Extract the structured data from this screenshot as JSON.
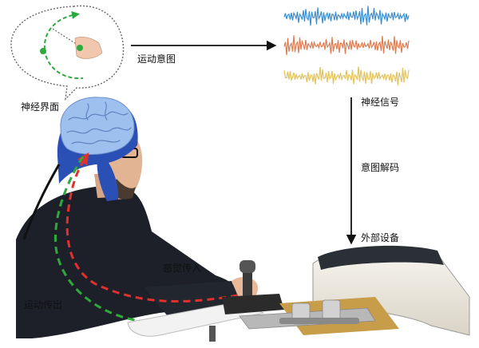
{
  "labels": {
    "neural_interface": "神经界面",
    "motor_intention": "运动意图",
    "neural_signal": "神经信号",
    "intention_decoding": "意图解码",
    "external_device": "外部设备",
    "sensory_input": "感觉传入",
    "motor_output": "运动传出"
  },
  "signals": [
    {
      "name": "signal-1",
      "color": "#3a8fd1"
    },
    {
      "name": "signal-2",
      "color": "#e07b4f"
    },
    {
      "name": "signal-3",
      "color": "#e3c35a"
    }
  ],
  "colors": {
    "sensory_path": "#e0312e",
    "motor_path": "#2eaa3c",
    "cap": "#2a4fb5",
    "brain": "#8fb3e6",
    "arrow": "#111111"
  }
}
